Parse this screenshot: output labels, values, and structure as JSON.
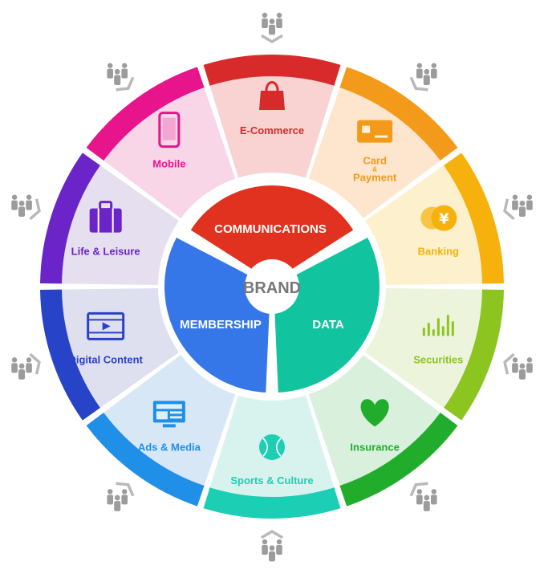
{
  "center": {
    "label": "BRAND",
    "sections": [
      {
        "id": "communications",
        "label": "COMMUNICATIONS",
        "color": "#e0321e"
      },
      {
        "id": "data",
        "label": "DATA",
        "color": "#12c3a0"
      },
      {
        "id": "membership",
        "label": "MEMBERSHIP",
        "color": "#3577e8"
      }
    ]
  },
  "segments": [
    {
      "id": "e-commerce",
      "label": "E-Commerce",
      "icon": "shopping-bag-icon",
      "color": "#d82a2a",
      "fill": "#f8d3d1"
    },
    {
      "id": "card-payment",
      "label": "Card",
      "label_amp": "&",
      "label2": "Payment",
      "icon": "credit-card-icon",
      "color": "#f49a1a",
      "fill": "#fde6cd"
    },
    {
      "id": "banking",
      "label": "Banking",
      "icon": "coins-icon",
      "color": "#f6b10c",
      "fill": "#fdf0cc"
    },
    {
      "id": "securities",
      "label": "Securities",
      "icon": "bar-chart-icon",
      "color": "#8cc420",
      "fill": "#ecf4dc"
    },
    {
      "id": "insurance",
      "label": "Insurance",
      "icon": "heart-icon",
      "color": "#21ad2b",
      "fill": "#d9f0dc"
    },
    {
      "id": "sports-culture",
      "label": "Sports & Culture",
      "icon": "baseball-icon",
      "color": "#1ccfb4",
      "fill": "#d8f3ee"
    },
    {
      "id": "ads-media",
      "label": "Ads & Media",
      "icon": "monitor-icon",
      "color": "#1f8fe8",
      "fill": "#d8e7f5"
    },
    {
      "id": "digital-content",
      "label": "Digital Content",
      "icon": "film-icon",
      "color": "#2743c8",
      "fill": "#dedfef"
    },
    {
      "id": "life-leisure",
      "label": "Life & Leisure",
      "icon": "suitcase-icon",
      "color": "#6a24c8",
      "fill": "#e6dff0"
    },
    {
      "id": "mobile",
      "label": "Mobile",
      "icon": "smartphone-icon",
      "color": "#e8148c",
      "fill": "#f8d6e8"
    }
  ],
  "people_icon": "people-group-icon",
  "chevron_color": "#b9b9b9",
  "people_color": "#9c9c9c"
}
